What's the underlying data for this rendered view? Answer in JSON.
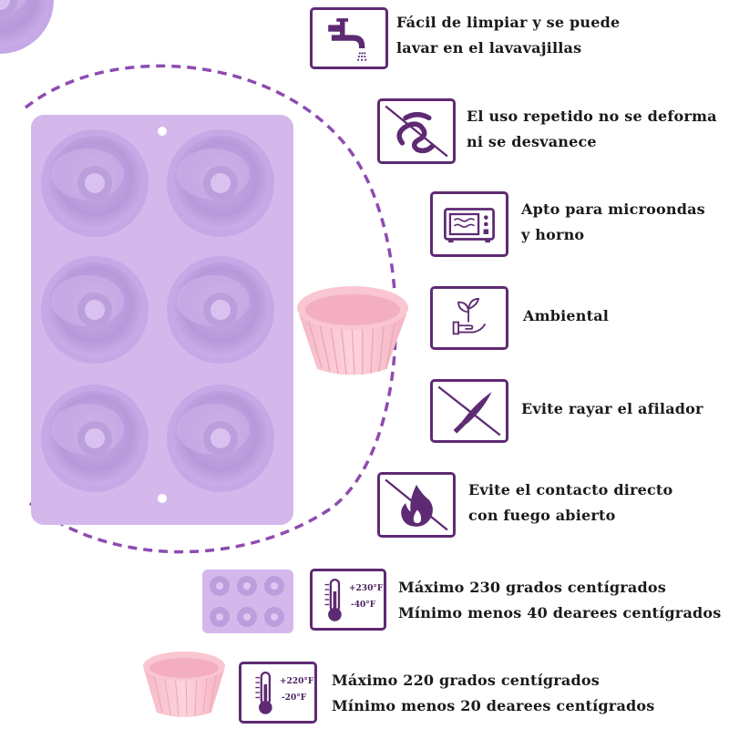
{
  "features": [
    {
      "icon": "faucet-icon",
      "lines": [
        "Fácil de limpiar y se puede",
        "lavar en el lavavajillas"
      ]
    },
    {
      "icon": "no-deform-icon",
      "lines": [
        "El uso repetido no se deforma",
        "ni se desvanece"
      ]
    },
    {
      "icon": "microwave-icon",
      "lines": [
        "Apto para microondas",
        "y horno"
      ]
    },
    {
      "icon": "eco-leaf-hand-icon",
      "lines": [
        "Ambiental"
      ]
    },
    {
      "icon": "no-knife-icon",
      "lines": [
        "Evite rayar el afilador"
      ]
    },
    {
      "icon": "no-fire-icon",
      "lines": [
        "Evite el contacto directo",
        "con fuego abierto"
      ]
    }
  ],
  "temperatures": [
    {
      "icon": "thermometer-icon",
      "max": "+230°F",
      "min": "-40°F",
      "lines": [
        "Máximo 230 grados centígrados",
        "Mínimo menos 40 dearees centígrados"
      ]
    },
    {
      "icon": "thermometer-icon",
      "max": "+220°F",
      "min": "-20°F",
      "lines": [
        "Máximo 220 grados centígrados",
        "Mínimo menos 20 dearees centígrados"
      ]
    }
  ],
  "colors": {
    "icon_stroke": "#5e2a73",
    "mold": "#d4b8ec",
    "mold_dark": "#b99ad8",
    "cup": "#f9c6d2",
    "dashed_arc": "#8e4bb0"
  }
}
